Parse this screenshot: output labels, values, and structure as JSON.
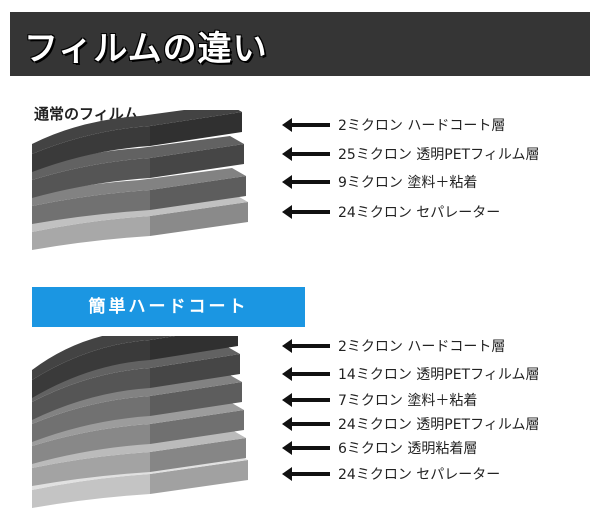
{
  "header": {
    "title": "フィルムの違い"
  },
  "section1": {
    "title": "通常のフィルム",
    "layers": [
      {
        "label": "2ミクロン ハードコート層",
        "color": "#3a3a3a"
      },
      {
        "label": "25ミクロン 透明PETフィルム層",
        "color": "#555555"
      },
      {
        "label": "9ミクロン 塗料＋粘着",
        "color": "#717171"
      },
      {
        "label": "24ミクロン セパレーター",
        "color": "#a8a8a8"
      }
    ]
  },
  "section2": {
    "title": "簡単ハードコート",
    "title_bg": "#1b96e2",
    "layers": [
      {
        "label": "2ミクロン ハードコート層",
        "color": "#3a3a3a"
      },
      {
        "label": "14ミクロン 透明PETフィルム層",
        "color": "#555555"
      },
      {
        "label": "7ミクロン 塗料＋粘着",
        "color": "#717171"
      },
      {
        "label": "24ミクロン 透明PETフィルム層",
        "color": "#888888"
      },
      {
        "label": "6ミクロン 透明粘着層",
        "color": "#a3a3a3"
      },
      {
        "label": "24ミクロン セパレーター",
        "color": "#c4c4c4"
      }
    ]
  }
}
